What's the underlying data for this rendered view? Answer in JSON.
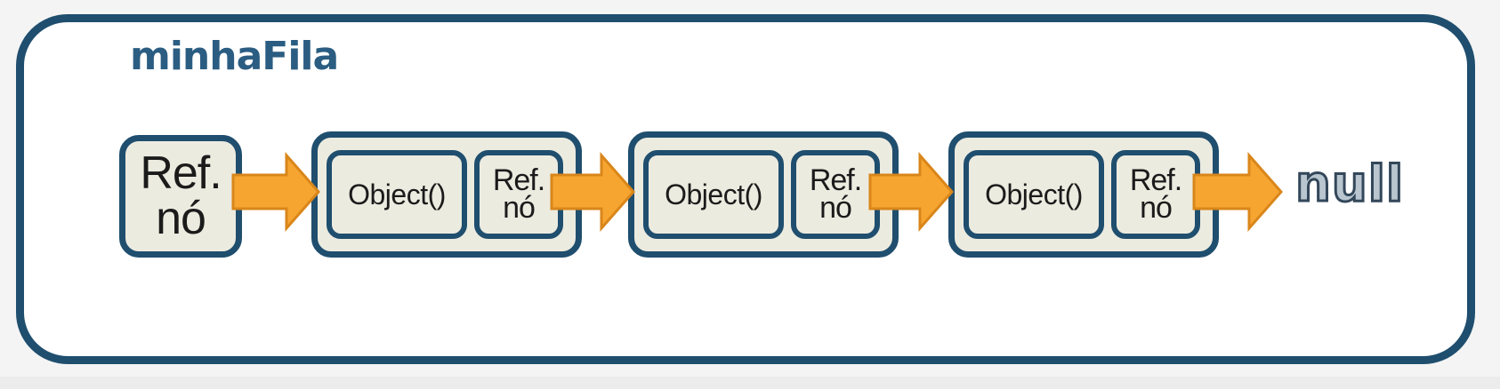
{
  "diagram": {
    "title": "minhaFila",
    "head": {
      "label_line1": "Ref.",
      "label_line2": "nó"
    },
    "nodes": [
      {
        "value": "Object()",
        "ref_line1": "Ref.",
        "ref_line2": "nó"
      },
      {
        "value": "Object()",
        "ref_line1": "Ref.",
        "ref_line2": "nó"
      },
      {
        "value": "Object()",
        "ref_line1": "Ref.",
        "ref_line2": "nó"
      }
    ],
    "terminal": "null",
    "colors": {
      "border": "#1f4e6e",
      "box_fill": "#ecebe0",
      "arrow_fill": "#f7a531",
      "arrow_stroke": "#d9861a",
      "title": "#2b5d82"
    }
  }
}
